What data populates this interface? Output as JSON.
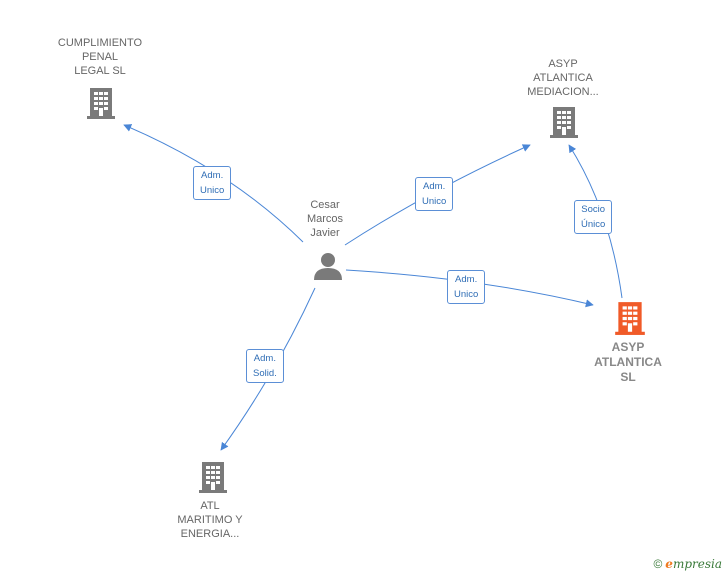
{
  "colors": {
    "company": "#7a7a7a",
    "focus": "#f05a28",
    "person": "#7a7a7a",
    "edge": "#4a86d6"
  },
  "nodes": {
    "cumplimiento": {
      "lines": [
        "CUMPLIMIENTO",
        "PENAL",
        "LEGAL  SL"
      ],
      "icon": "building-icon"
    },
    "asyp_mediacion": {
      "lines": [
        "ASYP",
        "ATLANTICA",
        "MEDIACION..."
      ],
      "icon": "building-icon"
    },
    "cesar": {
      "lines": [
        "Cesar",
        "Marcos",
        "Javier"
      ],
      "icon": "person-icon"
    },
    "asyp_atlantica": {
      "lines": [
        "ASYP",
        "ATLANTICA",
        "SL"
      ],
      "icon": "building-icon"
    },
    "atl": {
      "lines": [
        "ATL",
        "MARITIMO Y",
        "ENERGIA..."
      ],
      "icon": "building-icon"
    }
  },
  "edges": {
    "e1": {
      "lines": [
        "Adm.",
        "Unico"
      ]
    },
    "e2": {
      "lines": [
        "Adm.",
        "Unico"
      ]
    },
    "e3": {
      "lines": [
        "Adm.",
        "Unico"
      ]
    },
    "e4": {
      "lines": [
        "Adm.",
        "Solid."
      ]
    },
    "e5": {
      "lines": [
        "Socio",
        "Único"
      ]
    }
  },
  "brand": {
    "copyright": "©",
    "name_first": "e",
    "name_rest": "mpresia"
  }
}
